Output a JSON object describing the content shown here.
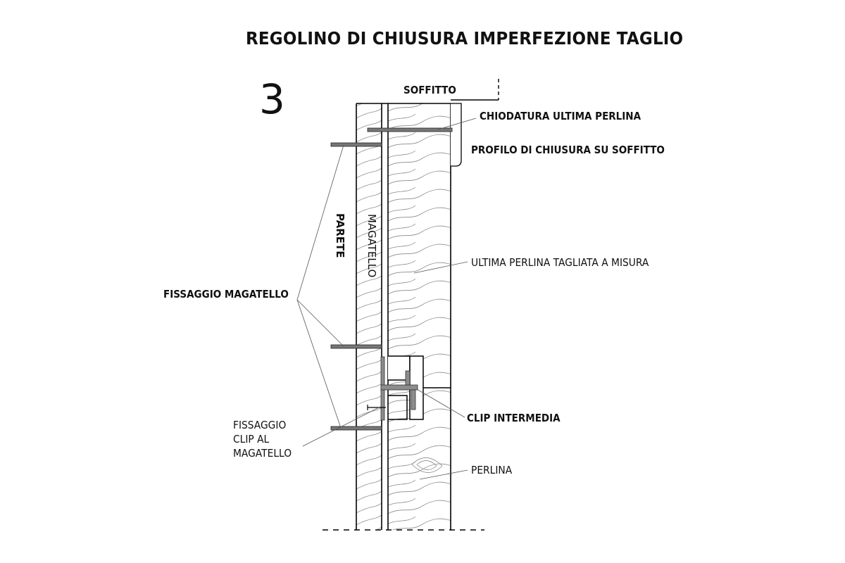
{
  "title": "REGOLINO DI CHIUSURA IMPERFEZIONE  TAGLIO",
  "number": "3",
  "labels": {
    "soffitto": "SOFFITTO",
    "chiodatura": "CHIODATURA ULTIMA PERLINA",
    "profilo": "PROFILO DI CHIUSURA SU SOFFITTO",
    "parete": "PARETE",
    "magatello": "MAGATELLO",
    "ultima_perlina": "ULTIMA PERLINA TAGLIATA A MISURA",
    "fissaggio_magatello": "FISSAGGIO MAGATELLO",
    "clip_intermedia": "CLIP INTERMEDIA",
    "fissaggio_clip": "FISSAGGIO\nCLIP AL\nMAGATELLO",
    "perlina": "PERLINA"
  }
}
